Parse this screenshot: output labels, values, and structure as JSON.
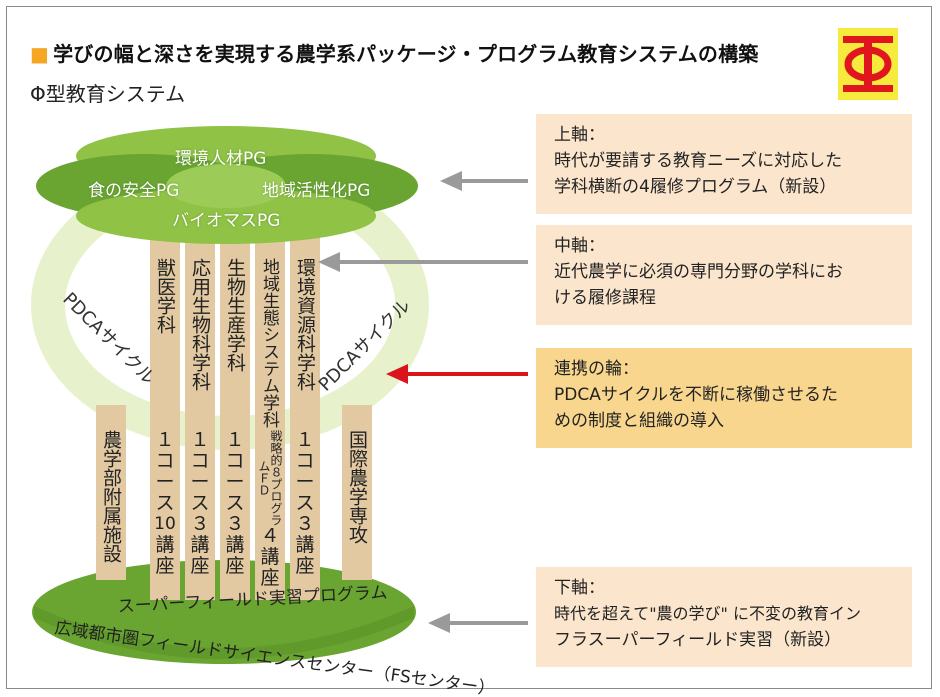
{
  "header": {
    "title_marker": "■",
    "title": "学びの幅と深さを実現する農学系パッケージ・プログラム教育システムの構築",
    "subtitle": "Φ型教育システム",
    "logo_icon": "phi-logo-icon"
  },
  "top_disc": {
    "pgs": [
      "環境人材PG",
      "食の安全PG",
      "地域活性化PG",
      "バイオマスPG"
    ]
  },
  "ring": {
    "left_label": "PDCAサイクル",
    "right_label": "PDCAサイクル"
  },
  "columns": [
    {
      "upper": "獣医学科",
      "lower": [
        "１",
        "コ",
        "ー",
        "ス",
        "10",
        "講",
        "座"
      ]
    },
    {
      "upper": "応用生物科学科",
      "lower": [
        "１",
        "コ",
        "ー",
        "ス",
        "３",
        "講",
        "座"
      ]
    },
    {
      "upper": "生物生産学科",
      "lower": [
        "１",
        "コ",
        "ー",
        "ス",
        "３",
        "講",
        "座"
      ]
    },
    {
      "upper": "地域生態システム学科",
      "lower": [
        "戦略的８プログラムＦＤ",
        "４",
        "講",
        "座"
      ]
    },
    {
      "upper": "環境資源科学科",
      "lower": [
        "１",
        "コ",
        "ー",
        "ス",
        "３",
        "講",
        "座"
      ]
    }
  ],
  "side_columns": {
    "left": "農学部附属施設",
    "right": "国際農学専攻"
  },
  "bottom_disc": {
    "line1": "スーパーフィールド実習プログラム",
    "line2": "広域都市圏フィールドサイエンスセンター（FSセンター）"
  },
  "boxes": [
    {
      "head": "上軸：",
      "lines": [
        "時代が要請する教育ニーズに対応した",
        "学科横断の4履修プログラム（新設）"
      ]
    },
    {
      "head": "中軸：",
      "lines": [
        "近代農学に必須の専門分野の学科にお",
        "ける履修課程"
      ]
    },
    {
      "head": "連携の輪：",
      "lines": [
        "PDCAサイクルを不断に稼働させるた",
        "めの制度と組織の導入"
      ]
    },
    {
      "head": "下軸：",
      "lines": [
        "時代を超えて\"農の学び\" に不変の教育イン",
        "フラスーパーフィールド実習（新設）"
      ]
    }
  ],
  "colors": {
    "green_light": "#a4cf4f",
    "green_dark": "#6aa532",
    "column": "#e2c9a2",
    "box": "#fbe6cd",
    "box_accent": "#f8d68d",
    "arrow_gray": "#9a9a9a",
    "arrow_red": "#d9141b",
    "logo_bg": "#f6ea3c",
    "logo_red": "#e0161e"
  }
}
